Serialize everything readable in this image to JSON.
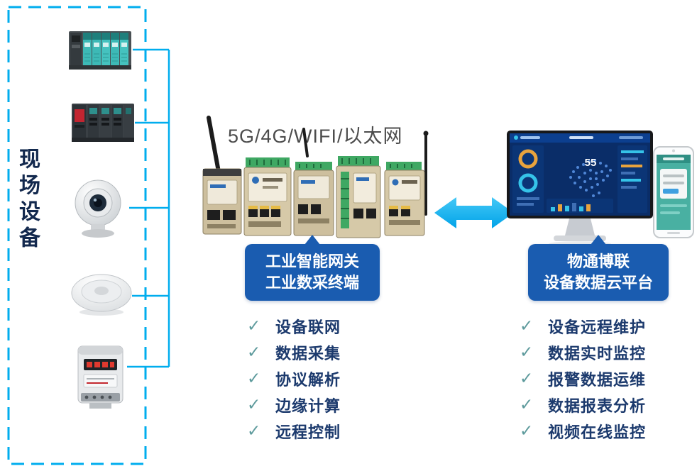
{
  "check_glyph": "✓",
  "field_devices": {
    "label": "现场设备",
    "items": [
      "plc-rack-teal",
      "plc-rack-dark",
      "ip-camera",
      "smoke-detector",
      "energy-meter"
    ]
  },
  "connectivity_label": "5G/4G/WIFI/以太网",
  "gateway": {
    "bubble_line1": "工业智能网关",
    "bubble_line2": "工业数采终端",
    "features": [
      "设备联网",
      "数据采集",
      "协议解析",
      "边缘计算",
      "远程控制"
    ]
  },
  "platform": {
    "bubble_line1": "物通博联",
    "bubble_line2": "设备数据云平台",
    "features": [
      "设备远程维护",
      "数据实时监控",
      "报警数据运维",
      "数据报表分析",
      "视频在线监控"
    ],
    "dashboard_value": "55"
  },
  "colors": {
    "accent_cyan": "#00adee",
    "bubble_blue": "#1a5cb0",
    "text_navy": "#1c3a6d",
    "check_teal": "#5d9a9c"
  }
}
